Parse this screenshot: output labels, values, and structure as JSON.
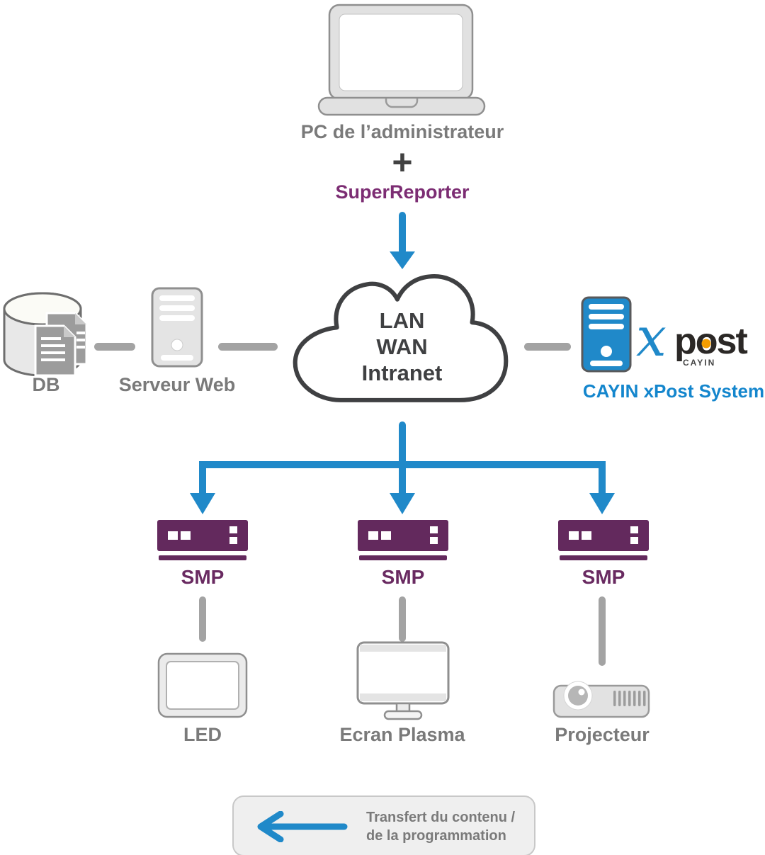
{
  "colors": {
    "blue": "#2089c9",
    "text_blue": "#1486cd",
    "purple": "#63295d",
    "purple_text": "#7c2d73",
    "gray_label": "#7a7a7a",
    "dark": "#3f4042",
    "connector_gray": "#a3a3a3",
    "icon_fill": "#e2e2e2",
    "icon_stroke": "#8f8f8f",
    "orange": "#f59d00"
  },
  "admin": {
    "label": "PC de l’administrateur",
    "plus": "+",
    "software": "SuperReporter"
  },
  "cloud": {
    "lines": [
      "LAN",
      "WAN",
      "Intranet"
    ]
  },
  "sources": {
    "db_label": "DB",
    "web_server_label": "Serveur Web"
  },
  "xpost": {
    "logo_x": "x",
    "logo_p": "p",
    "logo_o": "o",
    "logo_st": "st",
    "logo_cayin": "CAYIN",
    "label": "CAYIN xPost System"
  },
  "smp_players": [
    {
      "label": "SMP"
    },
    {
      "label": "SMP"
    },
    {
      "label": "SMP"
    }
  ],
  "displays": [
    {
      "label": "LED"
    },
    {
      "label": "Ecran Plasma"
    },
    {
      "label": "Projecteur"
    }
  ],
  "legend": {
    "line1": "Transfert du contenu /",
    "line2": "de la programmation"
  }
}
